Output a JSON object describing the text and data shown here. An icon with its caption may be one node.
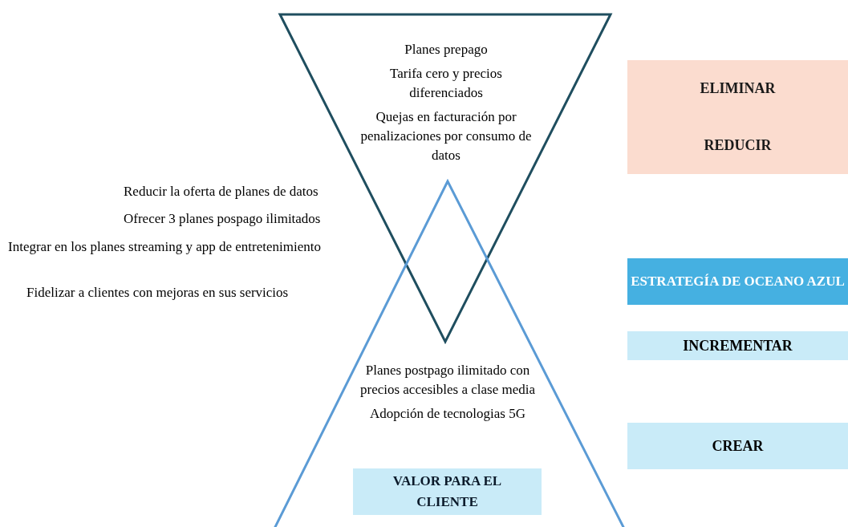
{
  "diagram": {
    "nodes": [
      {
        "text": [
          "Planes prepago",
          "Tarifa cero y precios diferenciados",
          "Quejas en facturación por penalizaciones por consumo de datos"
        ]
      },
      {
        "text": [
          "Planes postpago ilimitado con precios accesibles a clase media",
          "Adopción de tecnologias 5G"
        ]
      },
      {
        "text": [
          "VALOR PARA EL CLIENTE"
        ],
        "in": 1
      },
      {
        "text": [
          "ELIMINAR",
          "REDUCIR"
        ]
      },
      {
        "text": [
          "ESTRATEGÍA DE OCEANO AZUL"
        ]
      },
      {
        "text": [
          "INCREMENTAR"
        ]
      },
      {
        "text": [
          "CREAR"
        ]
      }
    ],
    "edges": [],
    "labels": [
      "Reducir la oferta de planes de datos",
      "Ofrecer 3 planes pospago ilimitados",
      "Integrar en los planes streaming y app de entretenimiento",
      "Fidelizar a clientes con mejoras en sus servicios"
    ]
  }
}
